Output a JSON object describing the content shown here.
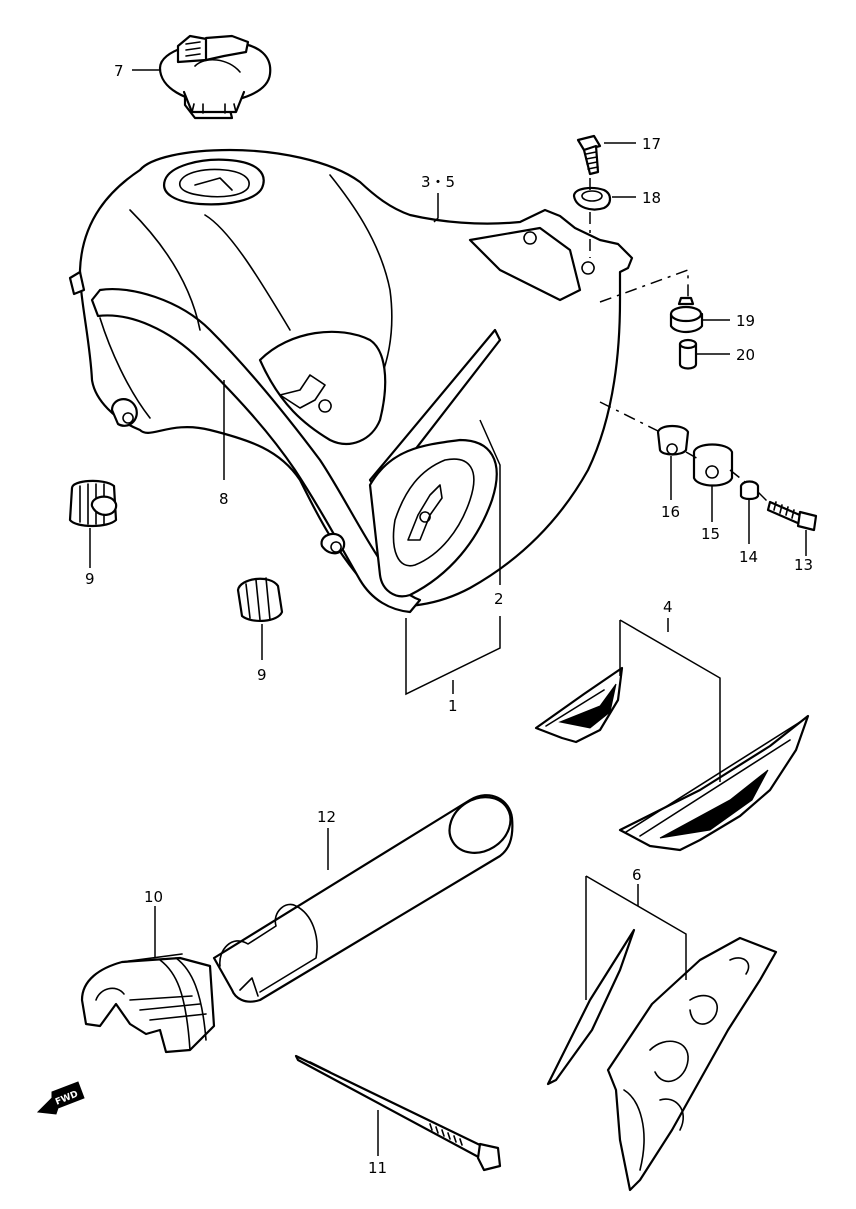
{
  "diagram": {
    "callouts": [
      {
        "id": "c7",
        "text": "7"
      },
      {
        "id": "c17",
        "text": "17"
      },
      {
        "id": "c3-5",
        "text": "3・5"
      },
      {
        "id": "c18",
        "text": "18"
      },
      {
        "id": "c19",
        "text": "19"
      },
      {
        "id": "c20",
        "text": "20"
      },
      {
        "id": "c8",
        "text": "8"
      },
      {
        "id": "c16",
        "text": "16"
      },
      {
        "id": "c15",
        "text": "15"
      },
      {
        "id": "c14",
        "text": "14"
      },
      {
        "id": "c13",
        "text": "13"
      },
      {
        "id": "c9a",
        "text": "9"
      },
      {
        "id": "c9b",
        "text": "9"
      },
      {
        "id": "c2",
        "text": "2"
      },
      {
        "id": "c1",
        "text": "1"
      },
      {
        "id": "c4",
        "text": "4"
      },
      {
        "id": "c12",
        "text": "12"
      },
      {
        "id": "c10",
        "text": "10"
      },
      {
        "id": "c6",
        "text": "6"
      },
      {
        "id": "c11",
        "text": "11"
      }
    ],
    "fwd_label": "FWD"
  }
}
